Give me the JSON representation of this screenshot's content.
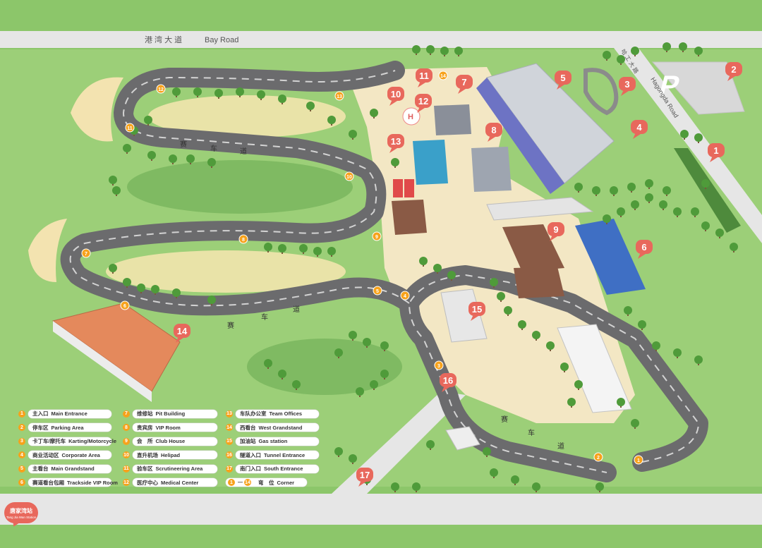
{
  "roads": {
    "bay_road_cn": "港 湾 大 道",
    "bay_road_en": "Bay Road",
    "hagongda_road_cn": "哈 工 大 路",
    "hagongda_road_en": "Hagongda Road",
    "track_label": [
      "赛",
      "车",
      "道"
    ]
  },
  "markers": [
    {
      "num": "1"
    },
    {
      "num": "2"
    },
    {
      "num": "3"
    },
    {
      "num": "4"
    },
    {
      "num": "5"
    },
    {
      "num": "6"
    },
    {
      "num": "7"
    },
    {
      "num": "8"
    },
    {
      "num": "9"
    },
    {
      "num": "10"
    },
    {
      "num": "11"
    },
    {
      "num": "12"
    },
    {
      "num": "13"
    },
    {
      "num": "14"
    },
    {
      "num": "15"
    },
    {
      "num": "16"
    },
    {
      "num": "17"
    }
  ],
  "corners": [
    "1",
    "2",
    "3",
    "4",
    "5",
    "6",
    "7",
    "8",
    "9",
    "10",
    "11",
    "12",
    "13",
    "14"
  ],
  "legend": [
    {
      "num": "1",
      "cn": "主入口",
      "en": "Main Entrance"
    },
    {
      "num": "2",
      "cn": "停车区",
      "en": "Parking Area"
    },
    {
      "num": "3",
      "cn": "卡丁车/摩托车",
      "en": "Karting/Motorcycle"
    },
    {
      "num": "4",
      "cn": "商业活动区",
      "en": "Corporate Area"
    },
    {
      "num": "5",
      "cn": "主看台",
      "en": "Main Grandstand"
    },
    {
      "num": "6",
      "cn": "赛道看台包厢",
      "en": "Trackside VIP Room"
    },
    {
      "num": "7",
      "cn": "维修站",
      "en": "Pit Building"
    },
    {
      "num": "8",
      "cn": "贵宾房",
      "en": "VIP Room"
    },
    {
      "num": "9",
      "cn": "会　所",
      "en": "Club House"
    },
    {
      "num": "10",
      "cn": "直升机场",
      "en": "Helipad"
    },
    {
      "num": "11",
      "cn": "验车区",
      "en": "Scrutineering Area"
    },
    {
      "num": "12",
      "cn": "医疗中心",
      "en": "Medical Center"
    },
    {
      "num": "13",
      "cn": "车队办公室",
      "en": "Team Offices"
    },
    {
      "num": "14",
      "cn": "西看台",
      "en": "West Grandstand"
    },
    {
      "num": "15",
      "cn": "加油站",
      "en": "Gas station"
    },
    {
      "num": "16",
      "cn": "隧道入口",
      "en": "Tunnel Entrance"
    },
    {
      "num": "17",
      "cn": "南门入口",
      "en": "South Entrance"
    }
  ],
  "corner_legend": {
    "from": "1",
    "dash": "—",
    "to": "14",
    "cn": "弯　位",
    "en": "Corner"
  },
  "station": {
    "cn": "唐家湾站",
    "en": "Tang Jia Wan Station"
  },
  "colors": {
    "grass": "#8cc66a",
    "track": "#6b6b6d",
    "marker": "#e8685c",
    "corner": "#f7a21b",
    "sand": "#f3e3b0"
  }
}
